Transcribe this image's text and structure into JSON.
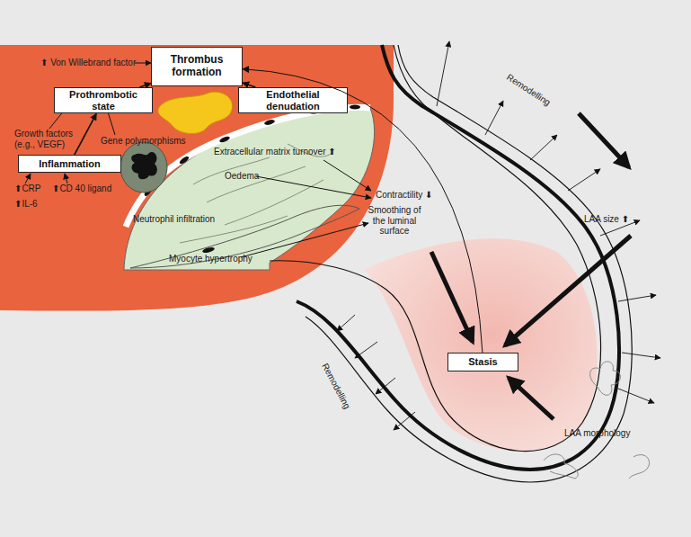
{
  "diagram": {
    "nodes": [
      {
        "text": [
          "Thrombus formation"
        ]
      },
      {
        "text": [
          "Prothrombotic state"
        ]
      },
      {
        "text": [
          "Endothelial denudation"
        ]
      },
      {
        "text": [
          "Inflammation"
        ]
      },
      {
        "text": [
          "Stasis"
        ]
      }
    ],
    "edges": [
      {
        "from": 3,
        "to": 1,
        "arrow": "to"
      },
      {
        "from": 1,
        "to": 0,
        "arrow": "to"
      },
      {
        "from": 2,
        "to": 0,
        "arrow": "to"
      },
      {
        "from": 4,
        "to": 0,
        "arrow": "to"
      }
    ],
    "labels": [
      "⬆ Von Willebrand factor",
      "Growth factors (e.g., VEGF)",
      "Gene polymorphisms",
      "⬆CRP",
      "⬆CD 40 ligand",
      "⬆IL-6",
      "Extracellular matrix turnover ⬆",
      "Oedema",
      "Neutrophil infiltration",
      "Myocyte hypertrophy",
      "Contractility ⬇",
      "Smoothing of the luminal surface",
      "Remodelling",
      "LAA size ⬆",
      "Remodelling",
      "LAA morphology"
    ]
  }
}
